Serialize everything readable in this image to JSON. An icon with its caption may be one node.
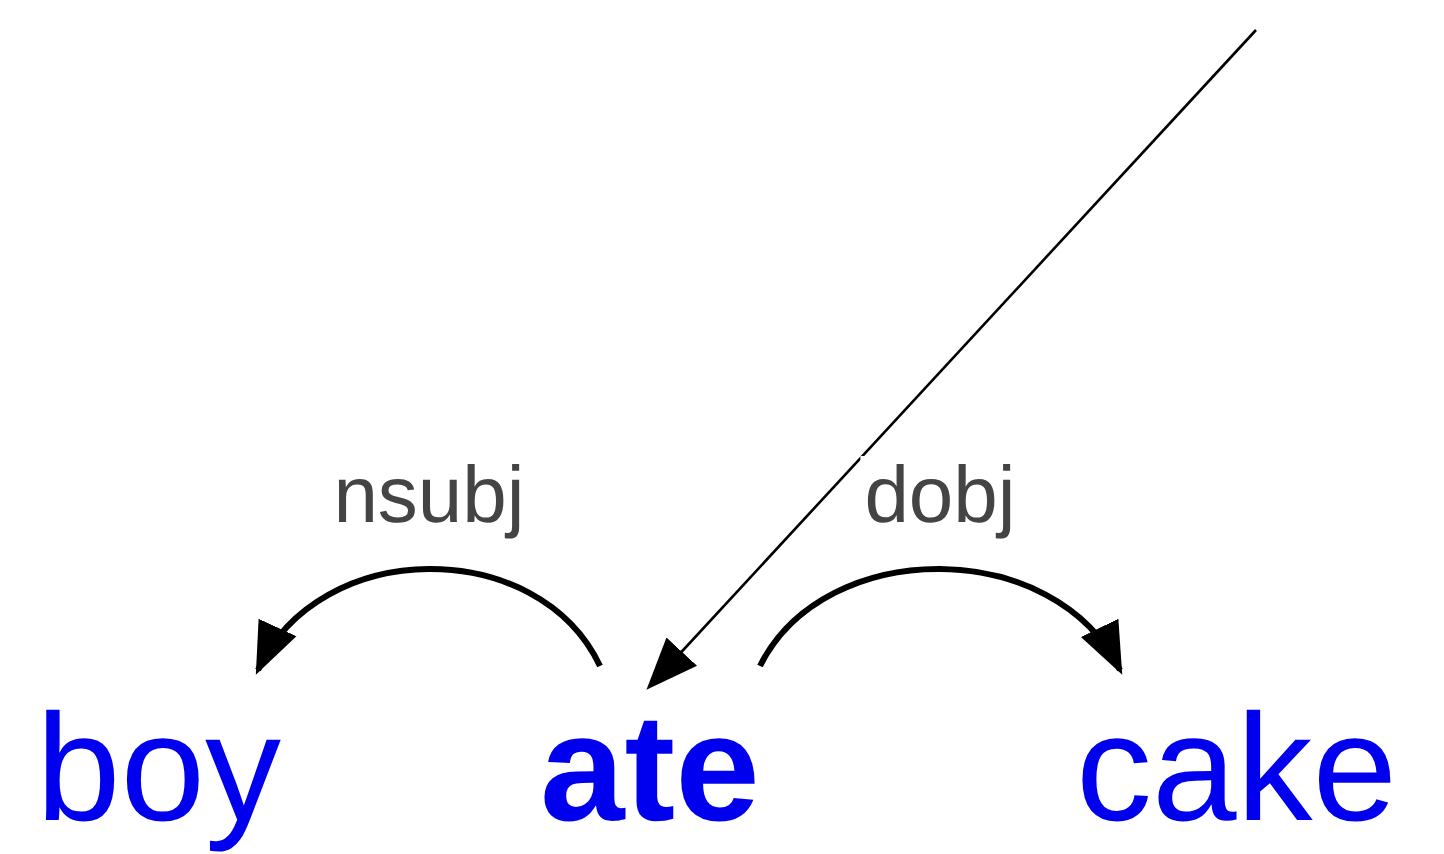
{
  "diagram": {
    "nodes": [
      {
        "text": [
          "boy"
        ]
      },
      {
        "text": [
          "ate"
        ]
      },
      {
        "text": [
          "cake"
        ]
      }
    ],
    "edges": [
      {
        "from": 1,
        "to": 0,
        "arrow": "to",
        "label": "nsubj"
      },
      {
        "from": 1,
        "to": 2,
        "arrow": "to",
        "label": "dobj"
      },
      {
        "from": null,
        "to": 1,
        "arrow": "to"
      }
    ]
  }
}
